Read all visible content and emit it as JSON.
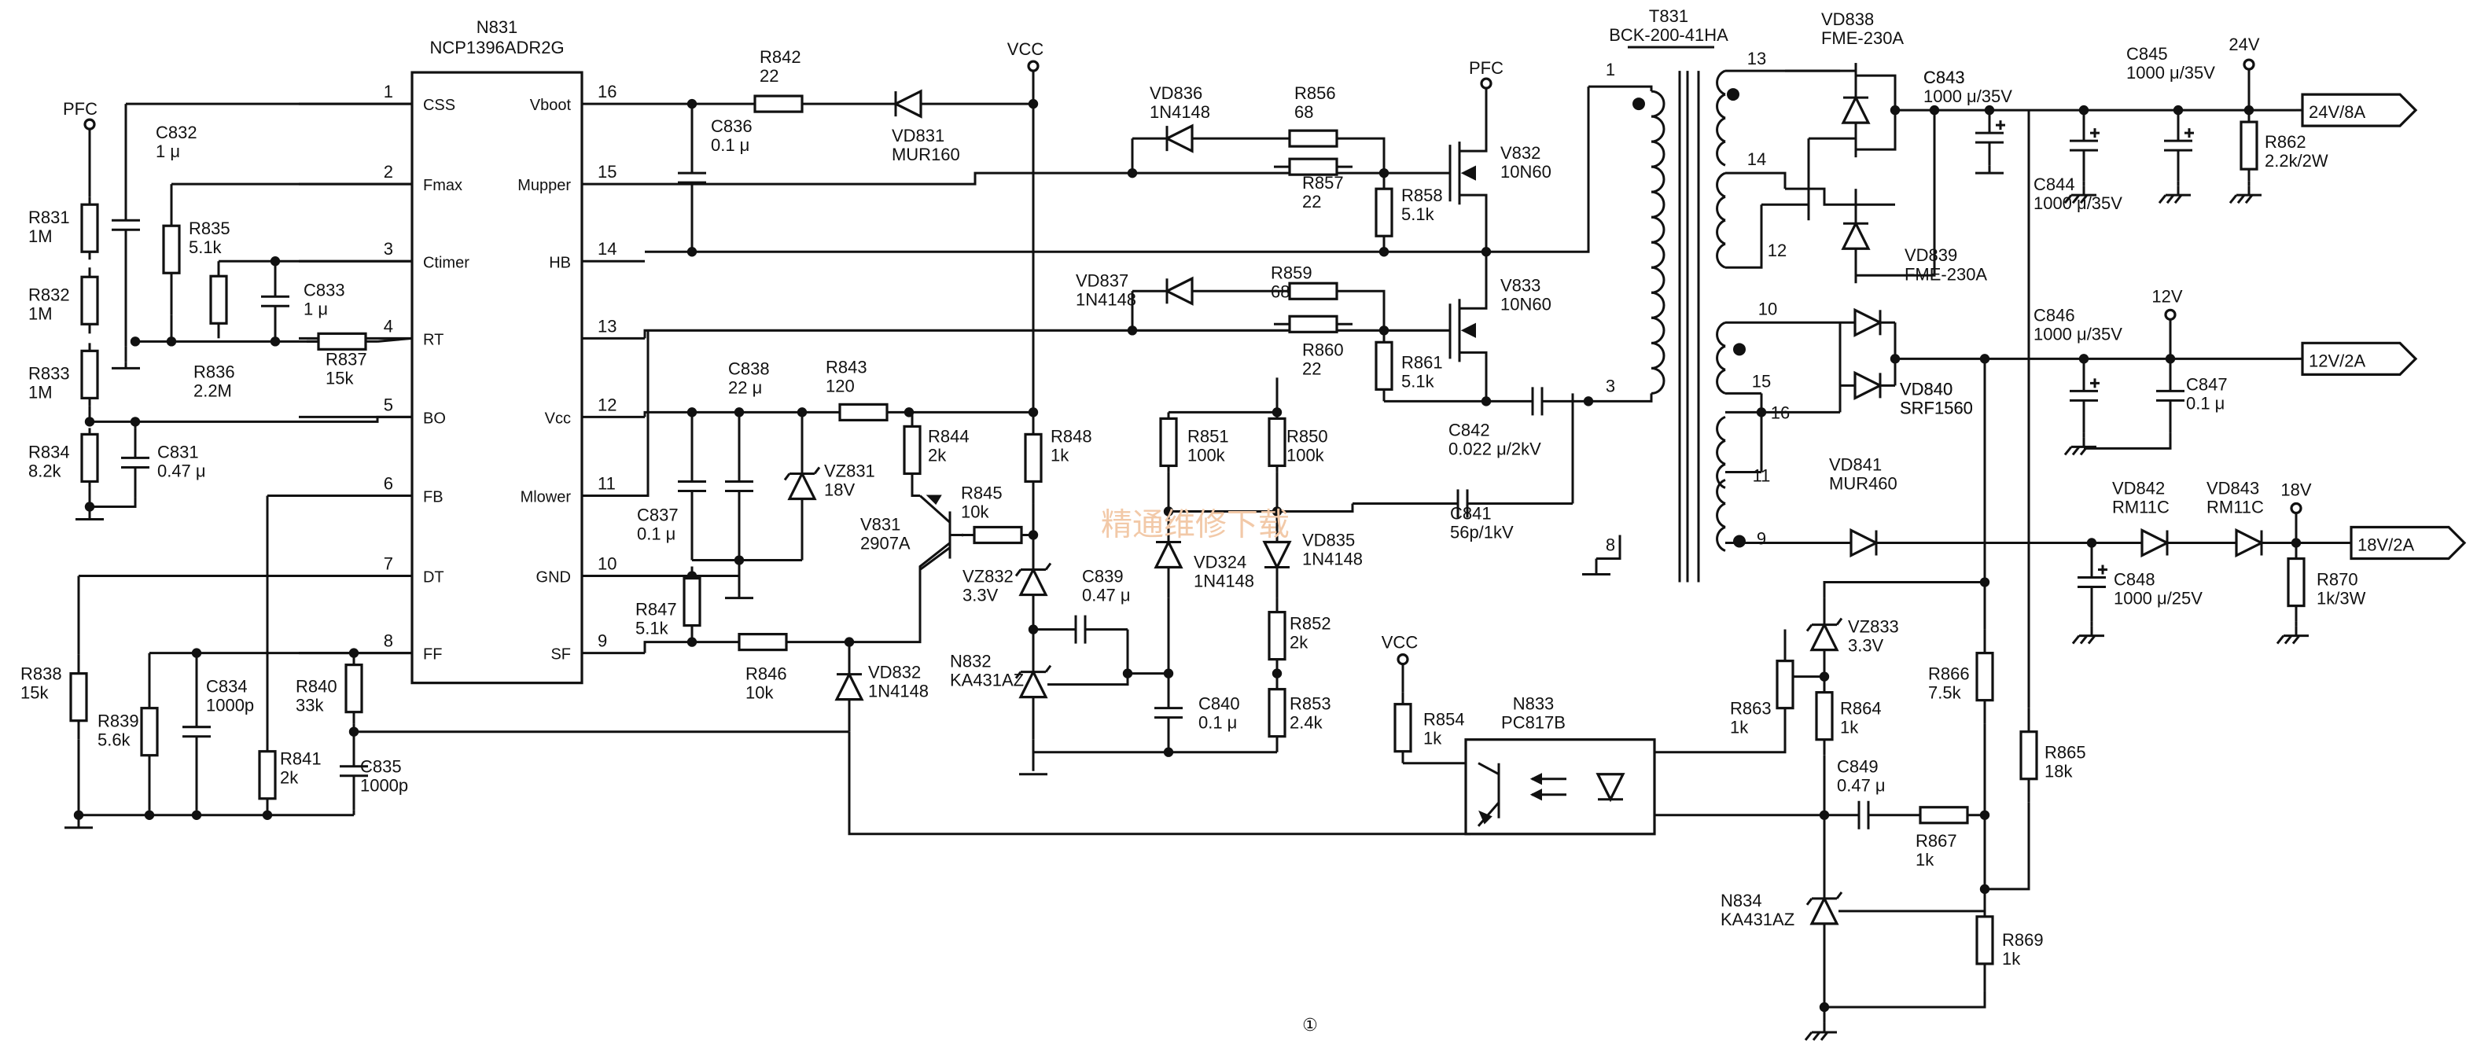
{
  "ic": {
    "name": "N831",
    "part": "NCP1396ADR2G",
    "left_pins": [
      {
        "num": "1",
        "name": "CSS"
      },
      {
        "num": "2",
        "name": "Fmax"
      },
      {
        "num": "3",
        "name": "Ctimer"
      },
      {
        "num": "4",
        "name": "RT"
      },
      {
        "num": "5",
        "name": "BO"
      },
      {
        "num": "6",
        "name": "FB"
      },
      {
        "num": "7",
        "name": "DT"
      },
      {
        "num": "8",
        "name": "FF"
      }
    ],
    "right_pins": [
      {
        "num": "16",
        "name": "Vboot"
      },
      {
        "num": "15",
        "name": "Mupper"
      },
      {
        "num": "14",
        "name": "HB"
      },
      {
        "num": "13",
        "name": ""
      },
      {
        "num": "12",
        "name": "Vcc"
      },
      {
        "num": "11",
        "name": "Mlower"
      },
      {
        "num": "10",
        "name": "GND"
      },
      {
        "num": "9",
        "name": "SF"
      }
    ]
  },
  "transformer": {
    "ref": "T831",
    "part": "BCK-200-41HA",
    "pins": [
      "1",
      "3",
      "8",
      "13",
      "14",
      "12",
      "10",
      "15",
      "16",
      "11",
      "9"
    ]
  },
  "nets": {
    "pfc": "PFC",
    "vcc": "VCC"
  },
  "outputs": [
    {
      "voltage": "24V",
      "label": "24V/8A"
    },
    {
      "voltage": "12V",
      "label": "12V/2A"
    },
    {
      "voltage": "18V",
      "label": "18V/2A"
    }
  ],
  "components": {
    "R831": {
      "ref": "R831",
      "value": "1M"
    },
    "R832": {
      "ref": "R832",
      "value": "1M"
    },
    "R833": {
      "ref": "R833",
      "value": "1M"
    },
    "R834": {
      "ref": "R834",
      "value": "8.2k"
    },
    "C832": {
      "ref": "C832",
      "value": "1 μ"
    },
    "C831": {
      "ref": "C831",
      "value": "0.47 μ"
    },
    "R835": {
      "ref": "R835",
      "value": "5.1k"
    },
    "R836": {
      "ref": "R836",
      "value": "2.2M"
    },
    "C833": {
      "ref": "C833",
      "value": "1 μ"
    },
    "R837": {
      "ref": "R837",
      "value": "15k"
    },
    "R838": {
      "ref": "R838",
      "value": "15k"
    },
    "R839": {
      "ref": "R839",
      "value": "5.6k"
    },
    "C834": {
      "ref": "C834",
      "value": "1000p"
    },
    "R840": {
      "ref": "R840",
      "value": "33k"
    },
    "R841": {
      "ref": "R841",
      "value": "2k"
    },
    "C835": {
      "ref": "C835",
      "value": "1000p"
    },
    "R842": {
      "ref": "R842",
      "value": "22"
    },
    "VD831": {
      "ref": "VD831",
      "value": "MUR160"
    },
    "C836": {
      "ref": "C836",
      "value": "0.1 μ"
    },
    "C838": {
      "ref": "C838",
      "value": "22 μ"
    },
    "R843": {
      "ref": "R843",
      "value": "120"
    },
    "C837": {
      "ref": "C837",
      "value": "0.1 μ"
    },
    "VZ831": {
      "ref": "VZ831",
      "value": "18V"
    },
    "R847": {
      "ref": "R847",
      "value": "5.1k"
    },
    "R846": {
      "ref": "R846",
      "value": "10k"
    },
    "VD832": {
      "ref": "VD832",
      "value": "1N4148"
    },
    "R844": {
      "ref": "R844",
      "value": "2k"
    },
    "V831": {
      "ref": "V831",
      "value": "2907A"
    },
    "R845": {
      "ref": "R845",
      "value": "10k"
    },
    "R848": {
      "ref": "R848",
      "value": "1k"
    },
    "VZ832": {
      "ref": "VZ832",
      "value": "3.3V"
    },
    "C839": {
      "ref": "C839",
      "value": "0.47 μ"
    },
    "N832": {
      "ref": "N832",
      "value": "KA431AZ"
    },
    "VD836": {
      "ref": "VD836",
      "value": "1N4148"
    },
    "R856": {
      "ref": "R856",
      "value": "68"
    },
    "R857": {
      "ref": "R857",
      "value": "22"
    },
    "R858": {
      "ref": "R858",
      "value": "5.1k"
    },
    "V832": {
      "ref": "V832",
      "value": "10N60"
    },
    "VD837": {
      "ref": "VD837",
      "value": "1N4148"
    },
    "R859": {
      "ref": "R859",
      "value": "68"
    },
    "R860": {
      "ref": "R860",
      "value": "22"
    },
    "R861": {
      "ref": "R861",
      "value": "5.1k"
    },
    "V833": {
      "ref": "V833",
      "value": "10N60"
    },
    "C842": {
      "ref": "C842",
      "value": "0.022 μ/2kV"
    },
    "R851": {
      "ref": "R851",
      "value": "100k"
    },
    "R850": {
      "ref": "R850",
      "value": "100k"
    },
    "C841": {
      "ref": "C841",
      "value": "56p/1kV"
    },
    "VD834": {
      "ref": "VD324",
      "value": "1N4148"
    },
    "VD835": {
      "ref": "VD835",
      "value": "1N4148"
    },
    "R852": {
      "ref": "R852",
      "value": "2k"
    },
    "R853": {
      "ref": "R853",
      "value": "2.4k"
    },
    "C840": {
      "ref": "C840",
      "value": "0.1 μ"
    },
    "R854": {
      "ref": "R854",
      "value": "1k"
    },
    "N833": {
      "ref": "N833",
      "value": "PC817B"
    },
    "VD838": {
      "ref": "VD838",
      "value": "FME-230A"
    },
    "VD839": {
      "ref": "VD839",
      "value": "FME-230A"
    },
    "C843": {
      "ref": "C843",
      "value": "1000 μ/35V"
    },
    "C844": {
      "ref": "C844",
      "value": "1000 μ/35V"
    },
    "C845": {
      "ref": "C845",
      "value": "1000 μ/35V"
    },
    "R862": {
      "ref": "R862",
      "value": "2.2k/2W"
    },
    "VD840": {
      "ref": "VD840",
      "value": "SRF1560"
    },
    "C846": {
      "ref": "C846",
      "value": "1000 μ/35V"
    },
    "C847": {
      "ref": "C847",
      "value": "0.1 μ"
    },
    "VD841": {
      "ref": "VD841",
      "value": "MUR460"
    },
    "VD842": {
      "ref": "VD842",
      "value": "RM11C"
    },
    "VD843": {
      "ref": "VD843",
      "value": "RM11C"
    },
    "C848": {
      "ref": "C848",
      "value": "1000 μ/25V"
    },
    "R870": {
      "ref": "R870",
      "value": "1k/3W"
    },
    "VZ833": {
      "ref": "VZ833",
      "value": "3.3V"
    },
    "R863": {
      "ref": "R863",
      "value": "1k"
    },
    "R864": {
      "ref": "R864",
      "value": "1k"
    },
    "R866": {
      "ref": "R866",
      "value": "7.5k"
    },
    "R865": {
      "ref": "R865",
      "value": "18k"
    },
    "C849": {
      "ref": "C849",
      "value": "0.47 μ"
    },
    "R867": {
      "ref": "R867",
      "value": "1k"
    },
    "N834": {
      "ref": "N834",
      "value": "KA431AZ"
    },
    "R869": {
      "ref": "R869",
      "value": "1k"
    }
  },
  "figure_number": "①",
  "watermark": "精通维修下载"
}
